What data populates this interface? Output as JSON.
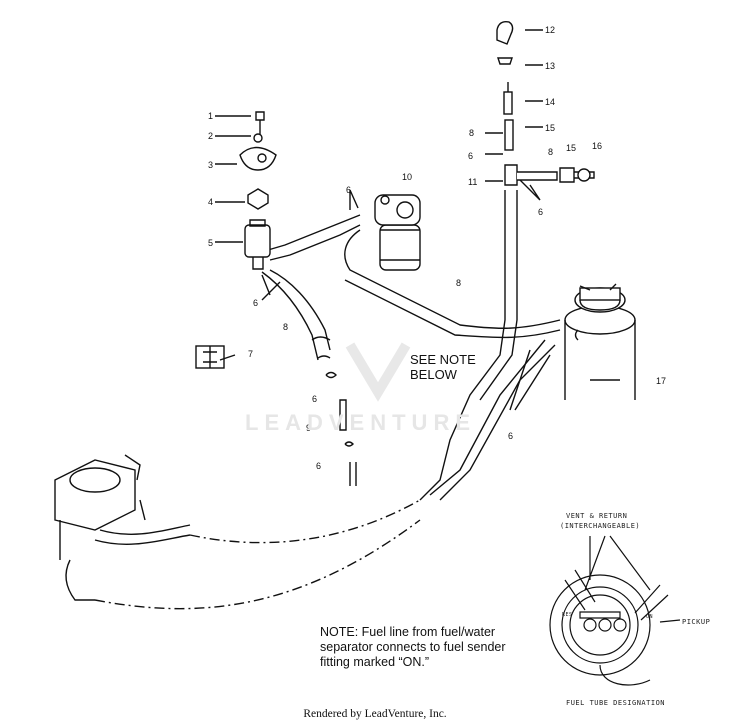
{
  "watermark": "LEADVENTURE",
  "callouts": [
    {
      "id": "c1",
      "text": "1"
    },
    {
      "id": "c2",
      "text": "2"
    },
    {
      "id": "c3",
      "text": "3"
    },
    {
      "id": "c4",
      "text": "4"
    },
    {
      "id": "c5",
      "text": "5"
    },
    {
      "id": "c6a",
      "text": "6"
    },
    {
      "id": "c6b",
      "text": "6"
    },
    {
      "id": "c6c",
      "text": "6"
    },
    {
      "id": "c6d",
      "text": "6"
    },
    {
      "id": "c6e",
      "text": "6"
    },
    {
      "id": "c6f",
      "text": "6"
    },
    {
      "id": "c6g",
      "text": "6"
    },
    {
      "id": "c6h",
      "text": "6"
    },
    {
      "id": "c7",
      "text": "7"
    },
    {
      "id": "c8a",
      "text": "8"
    },
    {
      "id": "c8b",
      "text": "8"
    },
    {
      "id": "c8c",
      "text": "8"
    },
    {
      "id": "c8d",
      "text": "8"
    },
    {
      "id": "c9",
      "text": "9"
    },
    {
      "id": "c10",
      "text": "10"
    },
    {
      "id": "c11",
      "text": "11"
    },
    {
      "id": "c12",
      "text": "12"
    },
    {
      "id": "c13",
      "text": "13"
    },
    {
      "id": "c14",
      "text": "14"
    },
    {
      "id": "c15a",
      "text": "15"
    },
    {
      "id": "c15b",
      "text": "15"
    },
    {
      "id": "c16",
      "text": "16"
    },
    {
      "id": "c17",
      "text": "17"
    }
  ],
  "see_note": [
    "SEE NOTE",
    "BELOW"
  ],
  "note": [
    "NOTE:  Fuel line from fuel/water",
    "separator connects to fuel sender",
    "fitting marked “ON.”"
  ],
  "inset": {
    "vent_return": "VENT & RETURN",
    "interchangeable": "(INTERCHANGEABLE)",
    "pickup": "PICKUP",
    "designation": "FUEL TUBE DESIGNATION",
    "res": "RES",
    "on": "ON"
  },
  "footer": "Rendered by LeadVenture, Inc."
}
